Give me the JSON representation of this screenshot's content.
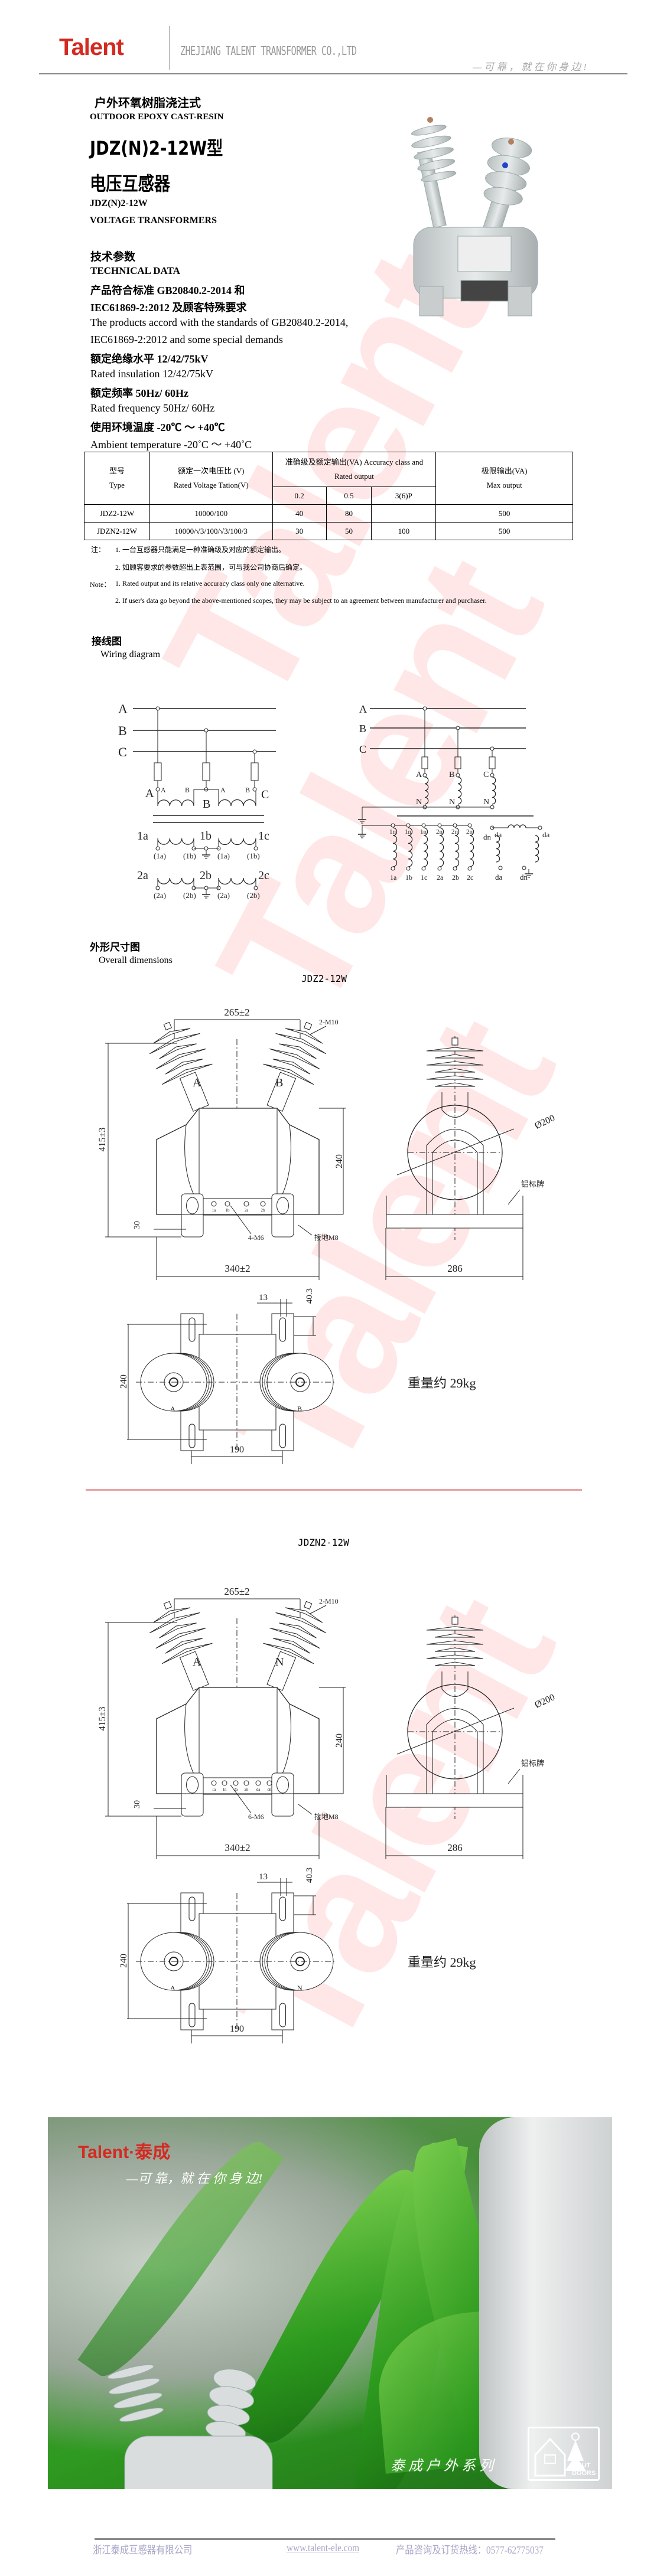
{
  "header": {
    "logo": "Talent",
    "company": "ZHEJIANG TALENT TRANSFORMER CO.,LTD",
    "slogan": "—可靠，就在你身边!"
  },
  "watermark": "Talent",
  "product": {
    "type_cn": "户外环氧树脂浇注式",
    "type_en": "OUTDOOR EPOXY CAST-RESIN",
    "model_cn": "JDZ(N)2-12W型",
    "name_cn": "电压互感器",
    "model_en": "JDZ(N)2-12W",
    "name_en": "VOLTAGE TRANSFORMERS"
  },
  "technical": {
    "title_cn": "技术参数",
    "title_en": "TECHNICAL DATA",
    "lines": [
      "产品符合标准 GB20840.2-2014 和",
      "IEC61869-2:2012 及顾客特殊要求",
      "The products accord with the standards of GB20840.2-2014,",
      "IEC61869-2:2012 and some special demands",
      "额定绝缘水平 12/42/75kV",
      "Rated insulation   12/42/75kV",
      "额定频率 50Hz/ 60Hz",
      "Rated frequency   50Hz/ 60Hz",
      "使用环境温度 -20℃ ～ +40℃",
      "Ambient temperature   -20˚C ～ +40˚C"
    ]
  },
  "table": {
    "h_type_cn": "型号",
    "h_type_en": "Type",
    "h_ratio_cn": "额定一次电压比 (V)",
    "h_ratio_en": "Rated Voltage Tation(V)",
    "h_acc_1": "准确级及额定输出(VA) Accuracy class and",
    "h_acc_2": "Rated output",
    "h_max_cn": "极限输出(VA)",
    "h_max_en": "Max output",
    "classes": [
      "0.2",
      "0.5",
      "3(6)P"
    ],
    "rows": [
      [
        "JDZ2-12W",
        "10000/100",
        "40",
        "80",
        "",
        "500"
      ],
      [
        "JDZN2-12W",
        "10000/√3/100/√3/100/3",
        "30",
        "50",
        "100",
        "500"
      ]
    ]
  },
  "notes": {
    "cn_label": "注：",
    "cn": [
      "1. 一台互感器只能满足一种准确级及对应的额定输出。",
      "2. 如顾客要求的参数超出上表范围，可与我公司协商后确定。"
    ],
    "en_label": "Note：",
    "en": [
      "1. Rated output and its relative accuracy class only one alternative.",
      "2. If user's data go beyond the above-mentioned scopes, they may be subject to an agreement between manufacturer and purchaser."
    ]
  },
  "wiring": {
    "title_cn": "接线图",
    "title_en": "Wiring diagram",
    "left": {
      "lines": [
        "A",
        "B",
        "C"
      ],
      "prim_big": [
        "A",
        "B",
        "C"
      ],
      "prim_small": [
        "A",
        "B",
        "A",
        "B"
      ],
      "sec1": [
        "1a",
        "1b",
        "1c"
      ],
      "sec1_t": [
        "(1a)",
        "(1b)",
        "(1a)",
        "(1b)"
      ],
      "sec2": [
        "2a",
        "2b",
        "2c"
      ],
      "sec2_t": [
        "(2a)",
        "(2b)",
        "(2a)",
        "(2b)"
      ]
    },
    "right": {
      "lines": [
        "A",
        "B",
        "C"
      ],
      "prim": [
        "A",
        "B",
        "C"
      ],
      "neutral": [
        "N",
        "N",
        "N"
      ],
      "sec_top": [
        "1n",
        "1n",
        "1n",
        "2n",
        "2n",
        "2n"
      ],
      "sec_bottom": [
        "1a",
        "1b",
        "1c",
        "2a",
        "2b",
        "2c"
      ],
      "delta": [
        "dn",
        "da",
        "da",
        "da",
        "dn"
      ]
    }
  },
  "dimensions": {
    "title_cn": "外形尺寸图",
    "title_en": "Overall dimensions",
    "drawings": [
      {
        "model": "JDZ2-12W",
        "width_top": "265±2",
        "thread": "2-M10",
        "height": "415±3",
        "body_height": "240",
        "base": "30",
        "width_base": "340±2",
        "depth": "286",
        "diameter": "Ø200",
        "nameplate": "铝标牌",
        "screws": "4-M6",
        "ground": "接地M8",
        "slot_w": "13",
        "slot_l": "40.3",
        "mount_depth": "240",
        "mount_spacing": "190",
        "pole_left": "A",
        "pole_right": "B",
        "terminals": [
          "1a",
          "1b",
          "2a",
          "2b"
        ],
        "weight": "重量约 29kg"
      },
      {
        "model": "JDZN2-12W",
        "width_top": "265±2",
        "thread": "2-M10",
        "height": "415±3",
        "body_height": "240",
        "base": "30",
        "width_base": "340±2",
        "depth": "286",
        "diameter": "Ø200",
        "nameplate": "铝标牌",
        "screws": "6-M6",
        "ground": "接地M8",
        "slot_w": "13",
        "slot_l": "40.3",
        "mount_depth": "240",
        "mount_spacing": "190",
        "pole_left": "A",
        "pole_right": "N",
        "terminals": [
          "1a",
          "1n",
          "2a",
          "2n",
          "da",
          "dn"
        ],
        "weight": "重量约 29kg"
      }
    ]
  },
  "banner": {
    "logo": "Talent·泰成",
    "slogan": "—可 靠，就 在 你 身 边!",
    "series": "泰 成 户 外 系 列",
    "badge": "OUT DOORS"
  },
  "footer": {
    "company": "浙江泰成互感器有限公司",
    "url": "www.talent-ele.com",
    "hotline": "产品咨询及订货热线：0577-62775037"
  },
  "colors": {
    "brand_red": "#d42a22",
    "footer_text": "#a7a7c8"
  }
}
